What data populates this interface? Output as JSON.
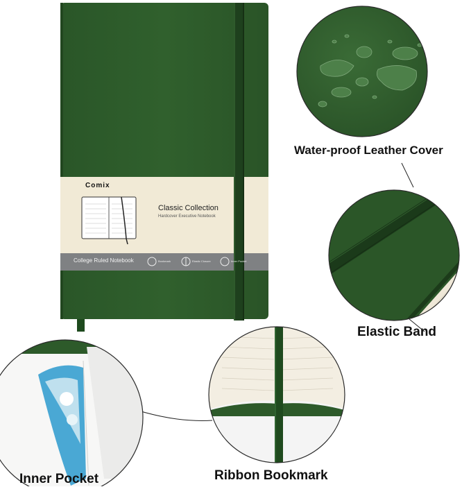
{
  "colors": {
    "cover": "#2d5a2a",
    "cover_dark": "#1e3f1c",
    "band": "#f1ead6",
    "band_strip": "#7f8183",
    "page": "#f3eee2",
    "accent_blue": "#4aa8d4"
  },
  "band": {
    "brand": "Comix",
    "title": "Classic Collection",
    "subtitle": "Hardcover Executive Notebook",
    "strip_label": "College Ruled Notebook",
    "features": [
      "Bookmark",
      "Elastic Closure",
      "Inner Pocket"
    ]
  },
  "labels": {
    "cover": "Water-proof Leather Cover",
    "elastic": "Elastic Band",
    "pocket": "Inner Pocket",
    "ribbon": "Ribbon Bookmark"
  }
}
